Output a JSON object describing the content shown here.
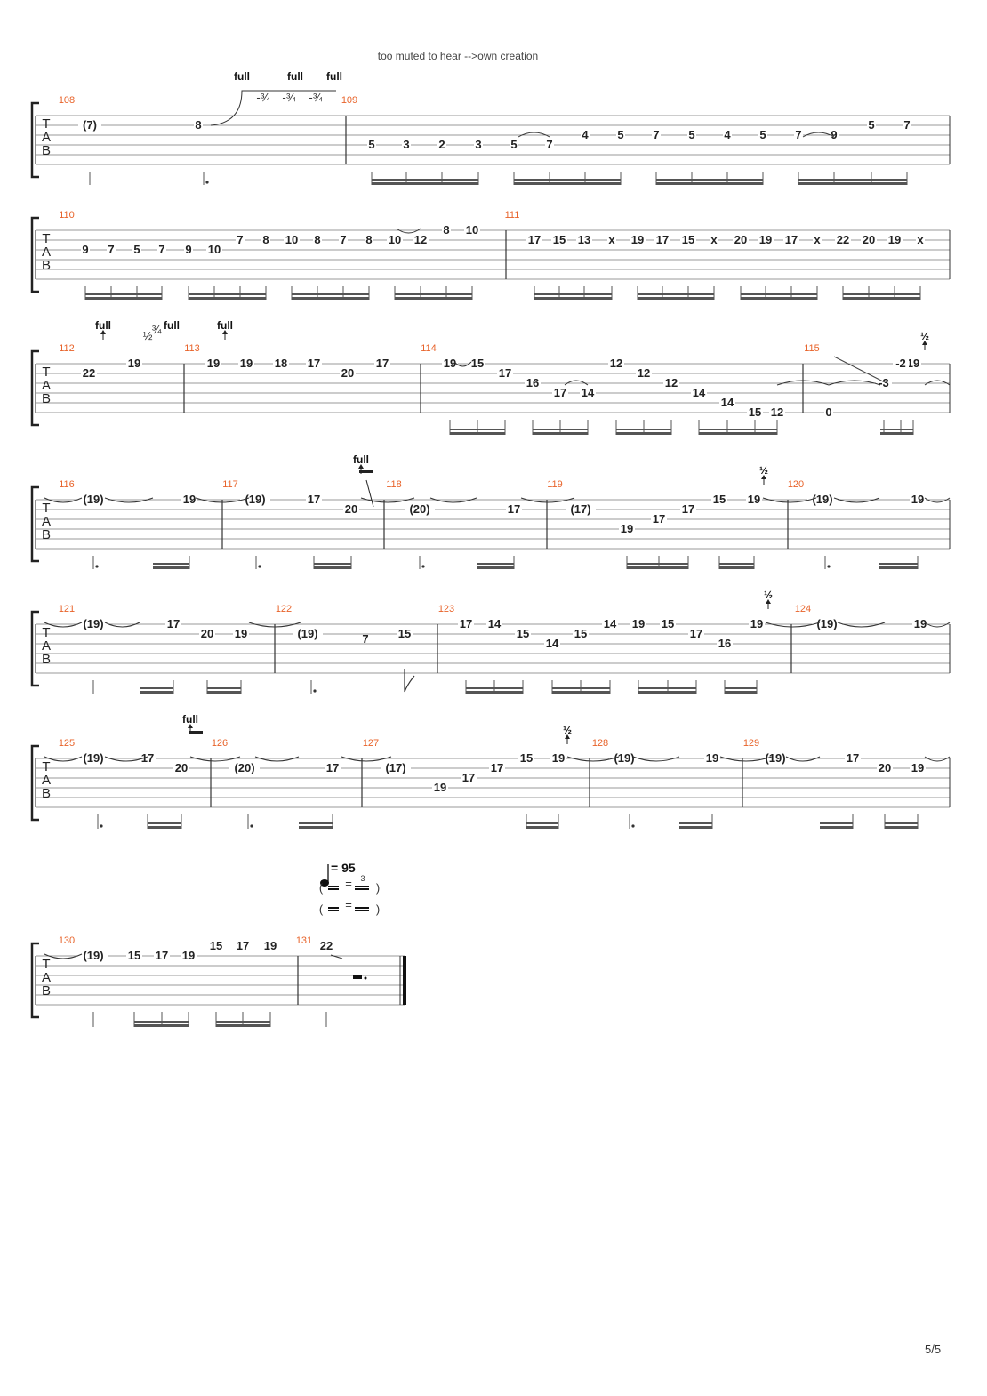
{
  "caption": "too muted to hear -->own creation",
  "page_number": "5/5",
  "tab_letters": [
    "T",
    "A",
    "B"
  ],
  "tempo": "= 95",
  "tuplet": "3",
  "bend_labels": {
    "full": "full",
    "half": "½",
    "three_quarter": "¾"
  },
  "systems": [
    {
      "bars": [
        "108",
        "109"
      ],
      "notes": [
        {
          "t": "(7)",
          "s": 1
        },
        {
          "t": "8",
          "s": 1
        },
        {
          "t": "5",
          "s": 3
        },
        {
          "t": "3",
          "s": 3
        },
        {
          "t": "2",
          "s": 3
        },
        {
          "t": "3",
          "s": 3
        },
        {
          "t": "5",
          "s": 3
        },
        {
          "t": "7",
          "s": 3
        },
        {
          "t": "4",
          "s": 2
        },
        {
          "t": "5",
          "s": 2
        },
        {
          "t": "7",
          "s": 2
        },
        {
          "t": "5",
          "s": 2
        },
        {
          "t": "4",
          "s": 2
        },
        {
          "t": "5",
          "s": 2
        },
        {
          "t": "7",
          "s": 2
        },
        {
          "t": "9",
          "s": 2
        },
        {
          "t": "5",
          "s": 1
        },
        {
          "t": "7",
          "s": 1
        }
      ],
      "annotations": [
        "full",
        "full",
        "full",
        "-¾",
        "-¾",
        "-¾"
      ]
    },
    {
      "bars": [
        "110",
        "111"
      ],
      "notes": [
        {
          "t": "9",
          "s": 2
        },
        {
          "t": "7",
          "s": 2
        },
        {
          "t": "5",
          "s": 2
        },
        {
          "t": "7",
          "s": 2
        },
        {
          "t": "9",
          "s": 2
        },
        {
          "t": "10",
          "s": 2
        },
        {
          "t": "7",
          "s": 1
        },
        {
          "t": "8",
          "s": 1
        },
        {
          "t": "10",
          "s": 1
        },
        {
          "t": "8",
          "s": 1
        },
        {
          "t": "7",
          "s": 1
        },
        {
          "t": "8",
          "s": 1
        },
        {
          "t": "10",
          "s": 1
        },
        {
          "t": "12",
          "s": 1
        },
        {
          "t": "8",
          "s": 0
        },
        {
          "t": "10",
          "s": 0
        },
        {
          "t": "17",
          "s": 1
        },
        {
          "t": "15",
          "s": 1
        },
        {
          "t": "13",
          "s": 1
        },
        {
          "t": "x",
          "s": 1
        },
        {
          "t": "19",
          "s": 1
        },
        {
          "t": "17",
          "s": 1
        },
        {
          "t": "15",
          "s": 1
        },
        {
          "t": "x",
          "s": 1
        },
        {
          "t": "20",
          "s": 1
        },
        {
          "t": "19",
          "s": 1
        },
        {
          "t": "17",
          "s": 1
        },
        {
          "t": "x",
          "s": 1
        },
        {
          "t": "22",
          "s": 1
        },
        {
          "t": "20",
          "s": 1
        },
        {
          "t": "19",
          "s": 1
        },
        {
          "t": "x",
          "s": 1
        }
      ],
      "annotations": []
    },
    {
      "bars": [
        "112",
        "113",
        "114",
        "115"
      ],
      "notes": [
        {
          "t": "22",
          "s": 1
        },
        {
          "t": "19",
          "s": 0
        },
        {
          "t": "19",
          "s": 0
        },
        {
          "t": "19",
          "s": 0
        },
        {
          "t": "18",
          "s": 0
        },
        {
          "t": "17",
          "s": 0
        },
        {
          "t": "20",
          "s": 1
        },
        {
          "t": "17",
          "s": 0
        },
        {
          "t": "19",
          "s": 0
        },
        {
          "t": "15",
          "s": 0
        },
        {
          "t": "17",
          "s": 1
        },
        {
          "t": "16",
          "s": 2
        },
        {
          "t": "17",
          "s": 3
        },
        {
          "t": "14",
          "s": 3
        },
        {
          "t": "12",
          "s": 0
        },
        {
          "t": "12",
          "s": 1
        },
        {
          "t": "12",
          "s": 2
        },
        {
          "t": "14",
          "s": 3
        },
        {
          "t": "14",
          "s": 4
        },
        {
          "t": "15",
          "s": 5
        },
        {
          "t": "12",
          "s": 5
        },
        {
          "t": "0",
          "s": 5
        },
        {
          "t": "19",
          "s": 0
        },
        {
          "t": "-2",
          "s": 0
        },
        {
          "t": "-3",
          "s": 2
        }
      ],
      "annotations": [
        "full",
        "full",
        "full",
        "½",
        "¾",
        "½"
      ]
    },
    {
      "bars": [
        "116",
        "117",
        "118",
        "119",
        "120"
      ],
      "notes": [
        {
          "t": "(19)",
          "s": 0
        },
        {
          "t": "19",
          "s": 0
        },
        {
          "t": "(19)",
          "s": 0
        },
        {
          "t": "17",
          "s": 0
        },
        {
          "t": "20",
          "s": 1
        },
        {
          "t": "(20)",
          "s": 1
        },
        {
          "t": "17",
          "s": 1
        },
        {
          "t": "(17)",
          "s": 1
        },
        {
          "t": "19",
          "s": 3
        },
        {
          "t": "17",
          "s": 2
        },
        {
          "t": "17",
          "s": 1
        },
        {
          "t": "15",
          "s": 0
        },
        {
          "t": "19",
          "s": 0
        },
        {
          "t": "(19)",
          "s": 0
        },
        {
          "t": "19",
          "s": 0
        }
      ],
      "annotations": [
        "full",
        "½"
      ]
    },
    {
      "bars": [
        "121",
        "122",
        "123",
        "124"
      ],
      "notes": [
        {
          "t": "(19)",
          "s": 0
        },
        {
          "t": "17",
          "s": 0
        },
        {
          "t": "20",
          "s": 1
        },
        {
          "t": "19",
          "s": 1
        },
        {
          "t": "(19)",
          "s": 1
        },
        {
          "t": "15",
          "s": 1
        },
        {
          "t": "17",
          "s": 0
        },
        {
          "t": "14",
          "s": 0
        },
        {
          "t": "15",
          "s": 1
        },
        {
          "t": "14",
          "s": 2
        },
        {
          "t": "15",
          "s": 1
        },
        {
          "t": "14",
          "s": 0
        },
        {
          "t": "19",
          "s": 0
        },
        {
          "t": "15",
          "s": 0
        },
        {
          "t": "17",
          "s": 1
        },
        {
          "t": "16",
          "s": 2
        },
        {
          "t": "19",
          "s": 0
        },
        {
          "t": "(19)",
          "s": 0
        },
        {
          "t": "19",
          "s": 0
        }
      ],
      "annotations": [
        "½"
      ]
    },
    {
      "bars": [
        "125",
        "126",
        "127",
        "128",
        "129"
      ],
      "notes": [
        {
          "t": "(19)",
          "s": 0
        },
        {
          "t": "17",
          "s": 0
        },
        {
          "t": "20",
          "s": 1
        },
        {
          "t": "(20)",
          "s": 1
        },
        {
          "t": "17",
          "s": 1
        },
        {
          "t": "(17)",
          "s": 1
        },
        {
          "t": "19",
          "s": 3
        },
        {
          "t": "17",
          "s": 2
        },
        {
          "t": "17",
          "s": 1
        },
        {
          "t": "15",
          "s": 0
        },
        {
          "t": "19",
          "s": 0
        },
        {
          "t": "(19)",
          "s": 0
        },
        {
          "t": "19",
          "s": 0
        },
        {
          "t": "(19)",
          "s": 0
        },
        {
          "t": "17",
          "s": 0
        },
        {
          "t": "20",
          "s": 1
        },
        {
          "t": "19",
          "s": 1
        }
      ],
      "annotations": [
        "full",
        "½"
      ]
    },
    {
      "bars": [
        "130",
        "131"
      ],
      "notes": [
        {
          "t": "(19)",
          "s": 0
        },
        {
          "t": "15",
          "s": 0
        },
        {
          "t": "17",
          "s": 0
        },
        {
          "t": "19",
          "s": 0
        },
        {
          "t": "15",
          "s": -1
        },
        {
          "t": "17",
          "s": -1
        },
        {
          "t": "19",
          "s": -1
        },
        {
          "t": "22",
          "s": -1
        }
      ],
      "annotations": []
    }
  ]
}
